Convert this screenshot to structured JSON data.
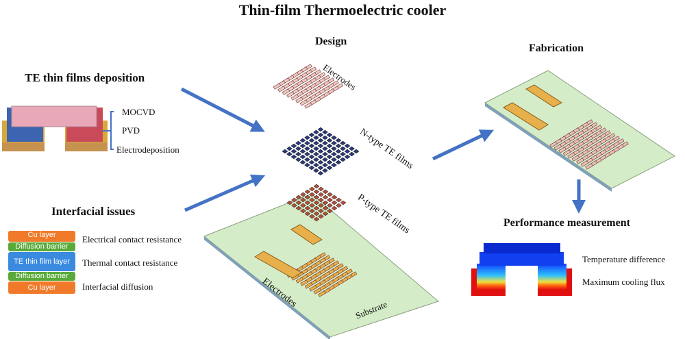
{
  "title": "Thin-film Thermoelectric cooler",
  "deposition": {
    "heading": "TE thin films deposition",
    "methods": [
      "MOCVD",
      "PVD",
      "Electrodeposition"
    ]
  },
  "interfacial": {
    "heading": "Interfacial issues",
    "layers": [
      "Cu layer",
      "Diffusion barrier",
      "TE thin film layer",
      "Diffusion barrier",
      "Cu layer"
    ],
    "issues": [
      "Electrical contact resistance",
      "Thermal contact resistance",
      "Interfacial diffusion"
    ]
  },
  "design": {
    "heading": "Design",
    "labels": {
      "electrodes_top": "Electrodes",
      "ntype": "N-type TE films",
      "ptype": "P-type TE films",
      "electrodes_bottom": "Electrodes",
      "substrate": "Substrate"
    }
  },
  "fabrication": {
    "heading": "Fabrication"
  },
  "performance": {
    "heading": "Performance measurement",
    "metrics": [
      "Temperature difference",
      "Maximum cooling flux"
    ]
  },
  "colors": {
    "arrow": "#4472c4",
    "substrate": "#d4ecc8",
    "electrode": "#e8b04a",
    "ntype": "#2b3a7a",
    "ptype": "#b0503a"
  }
}
